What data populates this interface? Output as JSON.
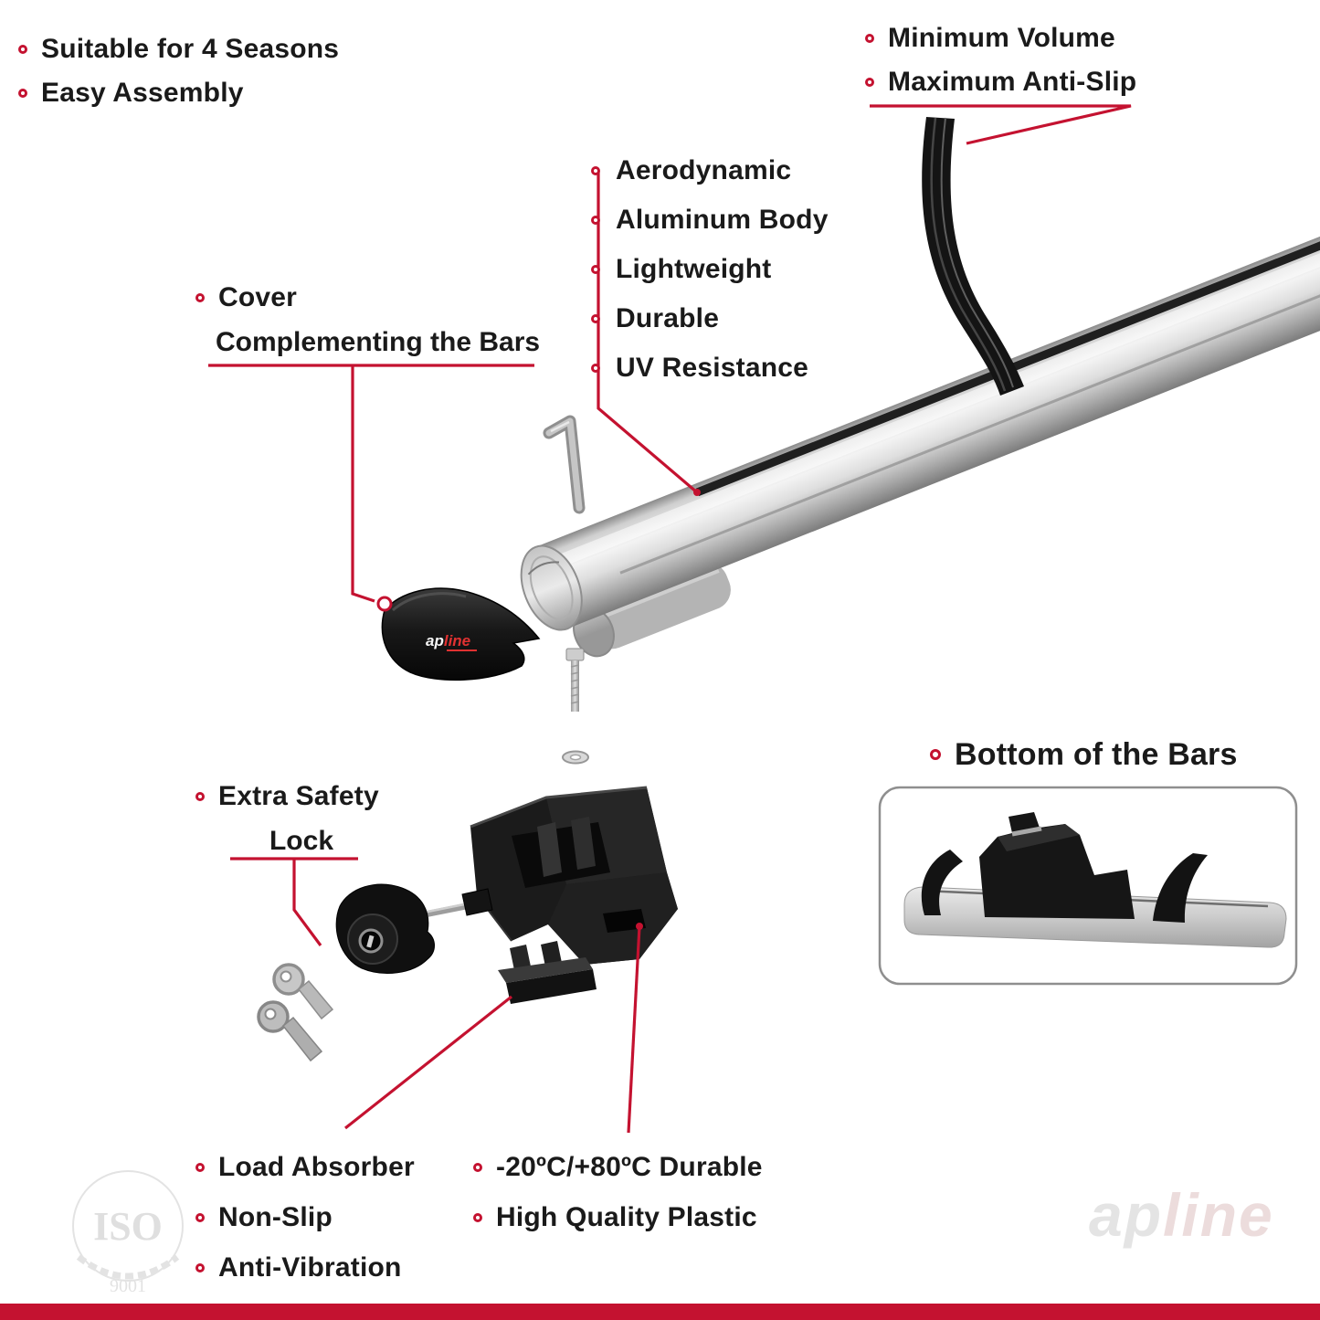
{
  "colors": {
    "accent": "#c41230",
    "text": "#1a1a1a"
  },
  "top_left": {
    "items": [
      "Suitable for 4 Seasons",
      "Easy Assembly"
    ]
  },
  "top_right": {
    "items": [
      "Minimum Volume",
      "Maximum Anti-Slip"
    ]
  },
  "bar_features": {
    "items": [
      "Aerodynamic",
      "Aluminum Body",
      "Lightweight",
      "Durable",
      "UV Resistance"
    ]
  },
  "cover_label": {
    "line1": "Cover",
    "line2": "Complementing the Bars"
  },
  "lock_label": {
    "line1": "Extra Safety",
    "line2": "Lock"
  },
  "bottom_bars_label": "Bottom of the Bars",
  "bottom_left": {
    "items": [
      "Load Absorber",
      "Non-Slip",
      "Anti-Vibration"
    ]
  },
  "bottom_right": {
    "items": [
      "-20ºC/+80ºC Durable",
      "High Quality Plastic"
    ]
  },
  "cover_logo": {
    "prefix": "ap",
    "suffix": "line"
  },
  "watermarks": {
    "iso_top": "ISO",
    "iso_bottom": "9001",
    "brand_prefix": "ap",
    "brand_suffix": "line"
  }
}
